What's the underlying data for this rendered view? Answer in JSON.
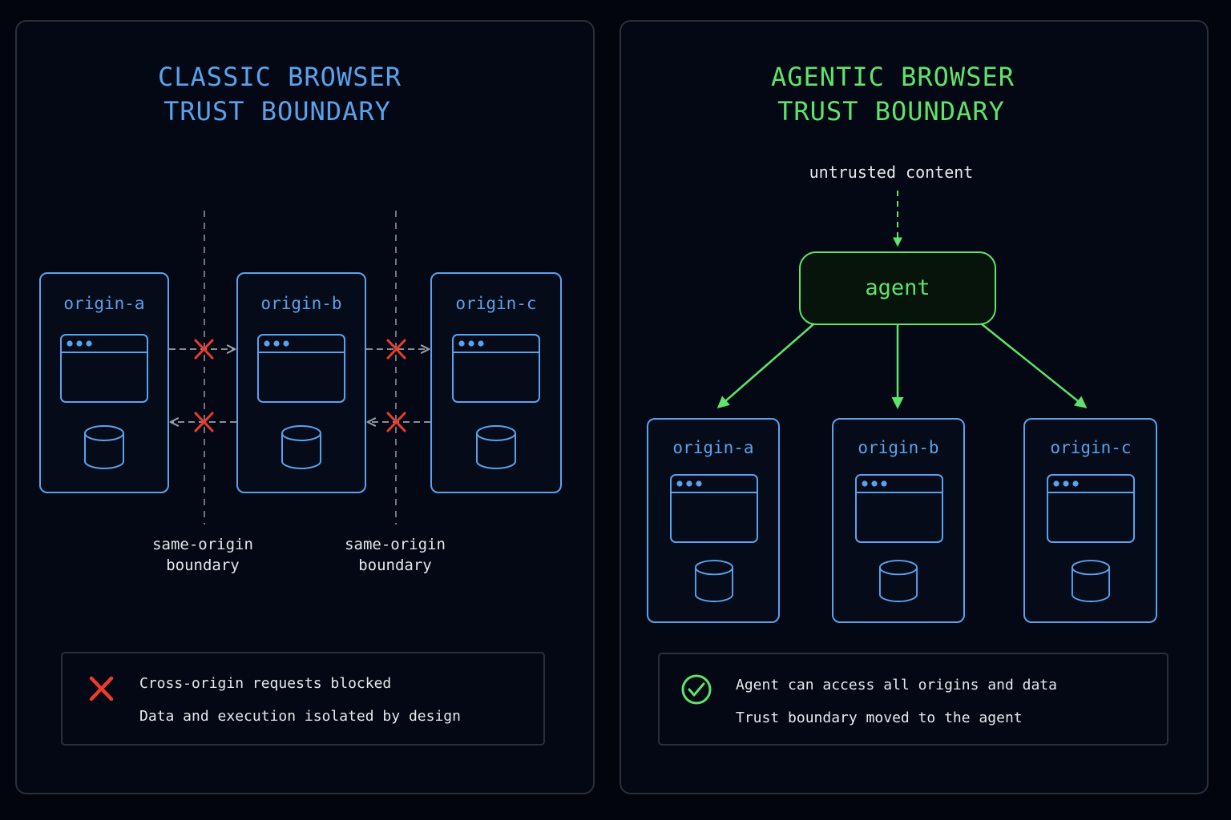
{
  "colors": {
    "background": "#02050d",
    "panel_border": "#2a2f3a",
    "classic_accent": "#5aa2ec",
    "agentic_accent": "#5fe36a",
    "blocked_red": "#ee3b2c",
    "label_text": "#e6e8ec",
    "dashed_line": "#8a8f98"
  },
  "classic": {
    "title_line1": "CLASSIC BROWSER",
    "title_line2": "TRUST BOUNDARY",
    "origins": [
      {
        "label": "origin-a",
        "icons": [
          "browser-window-icon",
          "database-icon"
        ]
      },
      {
        "label": "origin-b",
        "icons": [
          "browser-window-icon",
          "database-icon"
        ]
      },
      {
        "label": "origin-c",
        "icons": [
          "browser-window-icon",
          "database-icon"
        ]
      }
    ],
    "boundaries": [
      {
        "line1": "same-origin",
        "line2": "boundary"
      },
      {
        "line1": "same-origin",
        "line2": "boundary"
      }
    ],
    "legend": {
      "icon": "x-mark-icon",
      "line1": "Cross-origin requests blocked",
      "line2": "Data and execution isolated by design"
    }
  },
  "agentic": {
    "title_line1": "AGENTIC BROWSER",
    "title_line2": "TRUST BOUNDARY",
    "untrusted_label": "untrusted content",
    "agent_label": "agent",
    "origins": [
      {
        "label": "origin-a",
        "icons": [
          "browser-window-icon",
          "database-icon"
        ]
      },
      {
        "label": "origin-b",
        "icons": [
          "browser-window-icon",
          "database-icon"
        ]
      },
      {
        "label": "origin-c",
        "icons": [
          "browser-window-icon",
          "database-icon"
        ]
      }
    ],
    "legend": {
      "icon": "check-circle-icon",
      "line1": "Agent can access all origins and data",
      "line2": "Trust boundary moved to the agent"
    }
  }
}
